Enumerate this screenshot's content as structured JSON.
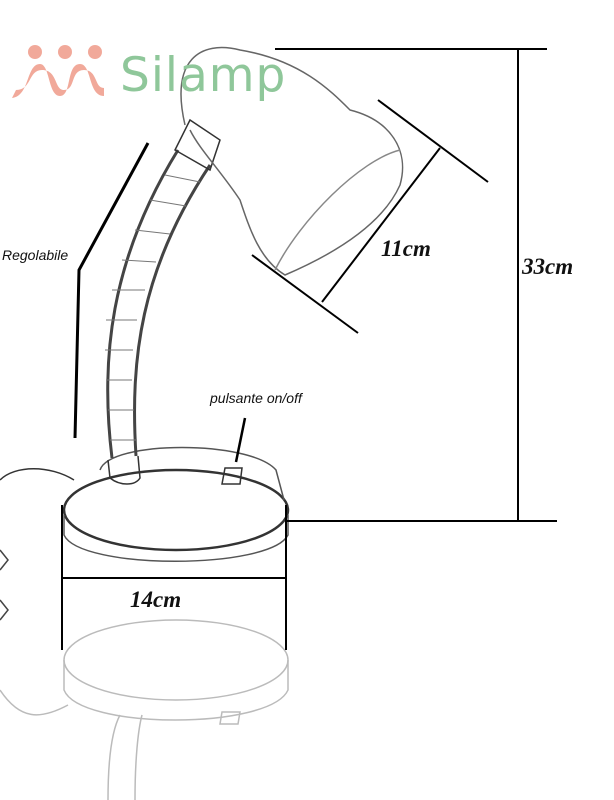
{
  "logo": {
    "brand_name": "Silamp",
    "icon": "three-figures-logo-icon",
    "brand_color": "#8fc79a",
    "icon_color": "#f0a090"
  },
  "labels": {
    "adjustable": "Regolabile",
    "switch": "pulsante on/off",
    "shade_diameter": "11cm",
    "height": "33cm",
    "base_diameter": "14cm"
  }
}
